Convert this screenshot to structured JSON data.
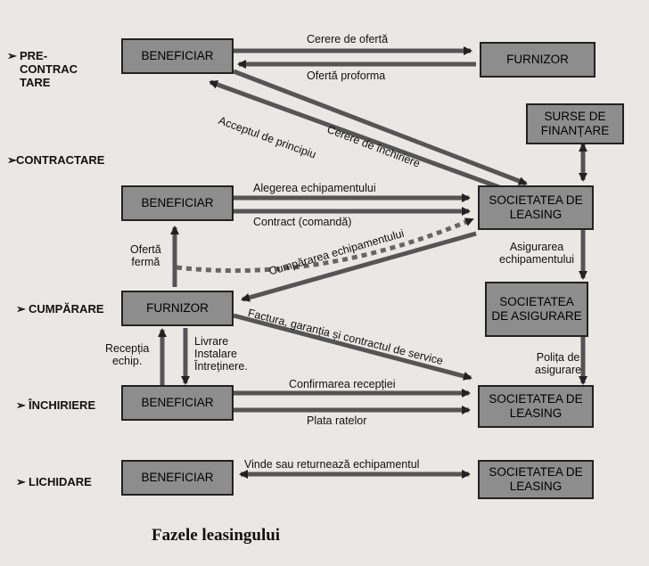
{
  "phases": [
    {
      "label": "PRE-\nCONTRAC\nTARE"
    },
    {
      "label": "CONTRACTARE"
    },
    {
      "label": "CUMPĂRARE"
    },
    {
      "label": "ÎNCHIRIERE"
    },
    {
      "label": "LICHIDARE"
    }
  ],
  "boxes": {
    "beneficiar1": "BENEFICIAR",
    "furnizor1": "FURNIZOR",
    "surse": "SURSE DE FINANȚARE",
    "beneficiar2": "BENEFICIAR",
    "societate1": "SOCIETATEA DE LEASING",
    "furnizor2": "FURNIZOR",
    "asigurare": "SOCIETATEA DE ASIGURARE",
    "beneficiar3": "BENEFICIAR",
    "societate2": "SOCIETATEA DE LEASING",
    "beneficiar4": "BENEFICIAR",
    "societate3": "SOCIETATEA DE LEASING"
  },
  "labels": {
    "cerere_oferta": "Cerere de ofertă",
    "oferta_proforma": "Ofertă proforma",
    "cerere_inchiriere": "Cerere de închiriere",
    "acceptul": "Acceptul de principiu",
    "alegerea": "Alegerea echipamentului",
    "contract": "Contract (comandă)",
    "oferta_ferma": "Ofertă\nfermă",
    "cumpararea": "Cumpărarea echipamentului",
    "asigurarea": "Asigurarea\nechipamentului",
    "factura": "Factura, garanția și contractul de service",
    "receptia": "Recepția\nechip.",
    "livrare": "Livrare\nInstalare\nÎntreținere.",
    "polita": "Polița de\nasigurare",
    "confirmarea": "Confirmarea recepției",
    "plata": "Plata ratelor",
    "vinde": "Vinde sau returnează echipamentul"
  },
  "caption": "Fazele leasingului"
}
